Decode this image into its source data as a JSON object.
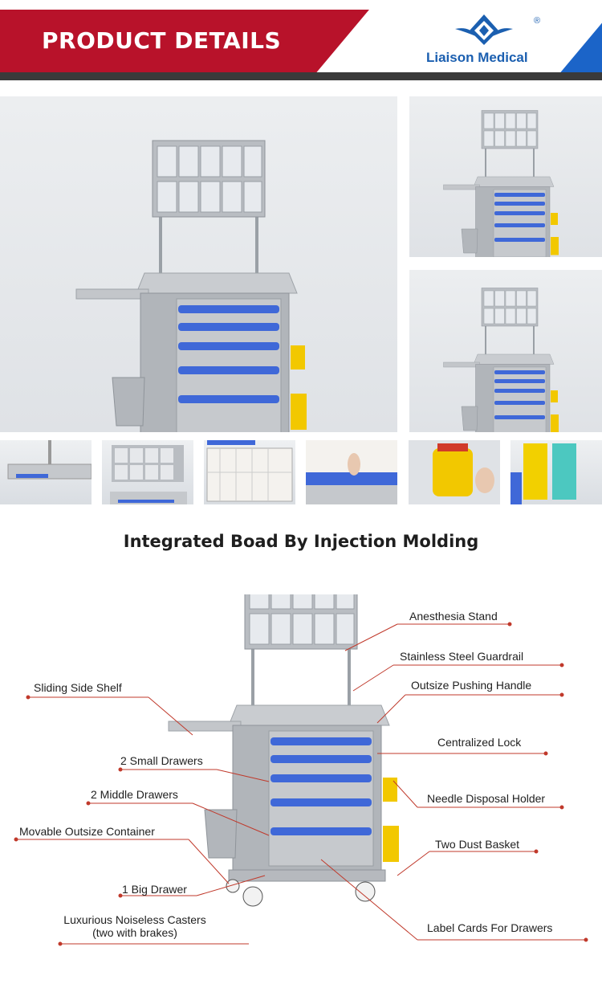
{
  "header": {
    "title": "PRODUCT DETAILS",
    "brand": "Liaison Medical",
    "registered_mark": "®",
    "colors": {
      "banner_red": "#b8122a",
      "brand_blue": "#1b64c8",
      "drawer_blue": "#3f68d8"
    }
  },
  "section": {
    "title": "Integrated Boad By Injection Molding"
  },
  "callouts": {
    "anesthesia_stand": "Anesthesia Stand",
    "stainless_guardrail": "Stainless Steel Guardrail",
    "sliding_side_shelf": "Sliding Side Shelf",
    "pushing_handle": "Outsize Pushing Handle",
    "centralized_lock": "Centralized Lock",
    "small_drawers": "2 Small Drawers",
    "middle_drawers": "2 Middle Drawers",
    "needle_holder": "Needle Disposal Holder",
    "movable_container": "Movable Outsize Container",
    "dust_basket": "Two Dust Basket",
    "big_drawer": "1 Big Drawer",
    "casters_line1": "Luxurious Noiseless Casters",
    "casters_line2": "(two with brakes)",
    "label_cards": "Label Cards For Drawers"
  }
}
